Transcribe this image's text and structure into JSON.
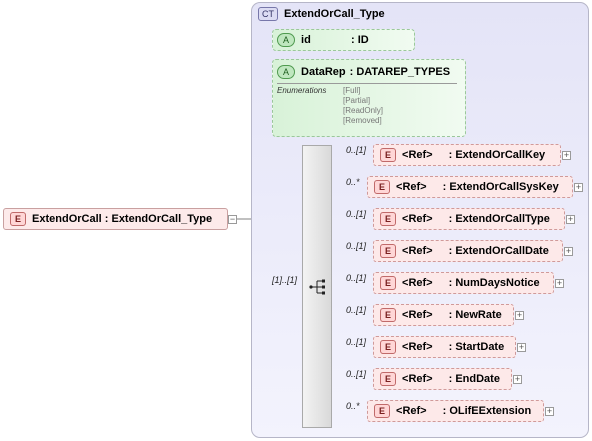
{
  "root_element": {
    "badge": "E",
    "label": "ExtendOrCall : ExtendOrCall_Type"
  },
  "complex_type": {
    "badge": "CT",
    "title": "ExtendOrCall_Type"
  },
  "attributes": [
    {
      "badge": "A",
      "name": "id",
      "type": ": ID"
    },
    {
      "badge": "A",
      "name": "DataRep",
      "type": ": DATAREP_TYPES",
      "enumerations_label": "Enumerations",
      "enumerations": [
        "[Full]",
        "[Partial]",
        "[ReadOnly]",
        "[Removed]"
      ]
    }
  ],
  "sequence": {
    "cardinality": "[1]..[1]"
  },
  "elements": [
    {
      "badge": "E",
      "ref": "<Ref>",
      "name": ": ExtendOrCallKey",
      "card": "0..[1]",
      "expander": "+"
    },
    {
      "badge": "E",
      "ref": "<Ref>",
      "name": ": ExtendOrCallSysKey",
      "card": "0..*",
      "expander": "+"
    },
    {
      "badge": "E",
      "ref": "<Ref>",
      "name": ": ExtendOrCallType",
      "card": "0..[1]",
      "expander": "+"
    },
    {
      "badge": "E",
      "ref": "<Ref>",
      "name": ": ExtendOrCallDate",
      "card": "0..[1]",
      "expander": "+"
    },
    {
      "badge": "E",
      "ref": "<Ref>",
      "name": ": NumDaysNotice",
      "card": "0..[1]",
      "expander": "+"
    },
    {
      "badge": "E",
      "ref": "<Ref>",
      "name": ": NewRate",
      "card": "0..[1]",
      "expander": "+"
    },
    {
      "badge": "E",
      "ref": "<Ref>",
      "name": ": StartDate",
      "card": "0..[1]",
      "expander": "+"
    },
    {
      "badge": "E",
      "ref": "<Ref>",
      "name": ": EndDate",
      "card": "0..[1]",
      "expander": "+"
    },
    {
      "badge": "E",
      "ref": "<Ref>",
      "name": ": OLifEExtension",
      "card": "0..*",
      "expander": "+"
    }
  ],
  "root_expander": "−"
}
